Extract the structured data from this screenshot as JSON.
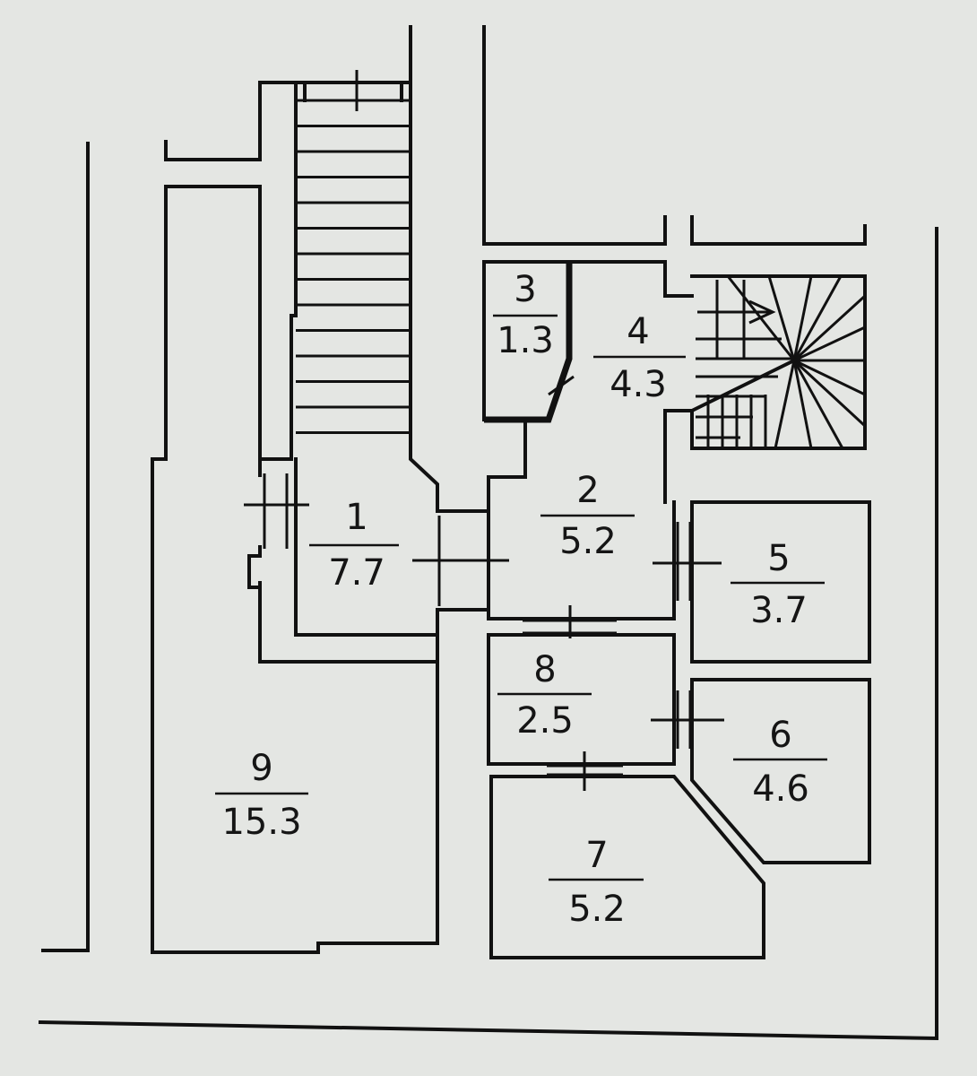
{
  "rooms": [
    {
      "number": "1",
      "area": "7.7"
    },
    {
      "number": "2",
      "area": "5.2"
    },
    {
      "number": "3",
      "area": "1.3"
    },
    {
      "number": "4",
      "area": "4.3"
    },
    {
      "number": "5",
      "area": "3.7"
    },
    {
      "number": "6",
      "area": "4.6"
    },
    {
      "number": "7",
      "area": "5.2"
    },
    {
      "number": "8",
      "area": "2.5"
    },
    {
      "number": "9",
      "area": "15.3"
    }
  ],
  "colors": {
    "paper": "#e4e6e3",
    "ink": "#111111"
  }
}
